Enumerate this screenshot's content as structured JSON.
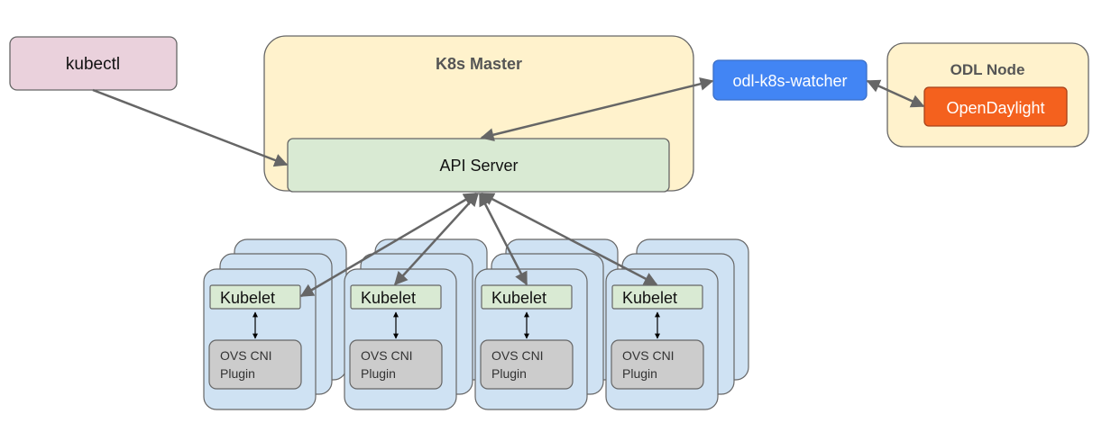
{
  "nodes": {
    "kubectl": "kubectl",
    "k8s_master": "K8s Master",
    "api_server": "API Server",
    "watcher": "odl-k8s-watcher",
    "odl_node": "ODL Node",
    "opendaylight": "OpenDaylight"
  },
  "workers": [
    {
      "kubelet": "Kubelet",
      "plugin_line1": "OVS CNI",
      "plugin_line2": "Plugin"
    },
    {
      "kubelet": "Kubelet",
      "plugin_line1": "OVS CNI",
      "plugin_line2": "Plugin"
    },
    {
      "kubelet": "Kubelet",
      "plugin_line1": "OVS CNI",
      "plugin_line2": "Plugin"
    },
    {
      "kubelet": "Kubelet",
      "plugin_line1": "OVS CNI",
      "plugin_line2": "Plugin"
    }
  ],
  "colors": {
    "kubectl_fill": "#ead1dc",
    "master_fill": "#fff2cc",
    "api_fill": "#d9ead3",
    "watcher_fill": "#4285f4",
    "odl_fill": "#fff2cc",
    "opendaylight_fill": "#f4611e",
    "worker_fill": "#cfe2f3",
    "plugin_fill": "#cccccc",
    "stroke": "#666666",
    "arrow": "#666666"
  }
}
